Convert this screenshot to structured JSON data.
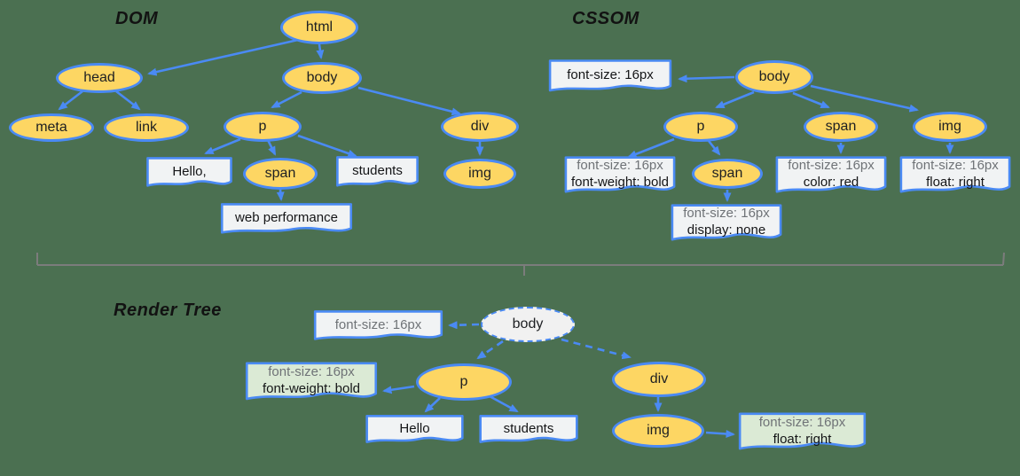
{
  "colors": {
    "background": "#4B7051",
    "node_fill": "#FDD663",
    "stroke_blue": "#4A8AF4",
    "doc_fill": "#F1F3F4",
    "matched_rule_fill": "#DBEAD5",
    "render_body_fill": "#F1F1F1",
    "divider_gray": "#7C7C7C",
    "muted_text": "#6F7377"
  },
  "dom": {
    "title": "DOM",
    "nodes": {
      "html": "html",
      "head": "head",
      "body": "body",
      "meta": "meta",
      "link": "link",
      "p": "p",
      "div": "div",
      "span": "span",
      "img": "img"
    },
    "text_nodes": {
      "hello": "Hello,",
      "students": "students",
      "web_performance": "web performance"
    }
  },
  "cssom": {
    "title": "CSSOM",
    "nodes": {
      "body": "body",
      "p": "p",
      "span_body": "span",
      "img": "img",
      "span_p": "span"
    },
    "rules": {
      "body": [
        "font-size: 16px"
      ],
      "p": [
        "font-size: 16px",
        "font-weight: bold"
      ],
      "span_body": [
        "font-size: 16px",
        "color: red"
      ],
      "img": [
        "font-size: 16px",
        "float: right"
      ],
      "span_p": [
        "font-size: 16px",
        "display: none"
      ]
    }
  },
  "render_tree": {
    "title": "Render Tree",
    "nodes": {
      "body": "body",
      "p": "p",
      "div": "div",
      "img": "img"
    },
    "text_nodes": {
      "hello": "Hello",
      "students": "students"
    },
    "rules": {
      "body": [
        "font-size: 16px"
      ],
      "p": [
        "font-size: 16px",
        "font-weight: bold"
      ],
      "img": [
        "font-size: 16px",
        "float: right"
      ]
    }
  }
}
